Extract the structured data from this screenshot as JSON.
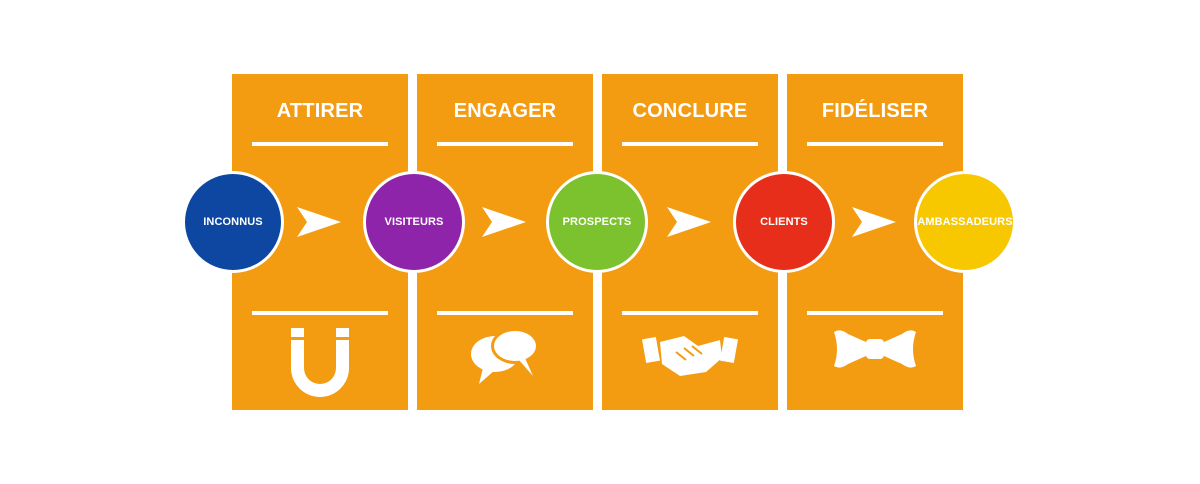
{
  "stages": [
    {
      "title": "ATTIRER",
      "icon": "magnet-icon"
    },
    {
      "title": "ENGAGER",
      "icon": "speech-bubbles-icon"
    },
    {
      "title": "CONCLURE",
      "icon": "handshake-icon"
    },
    {
      "title": "FIDÉLISER",
      "icon": "bow-tie-icon"
    }
  ],
  "nodes": [
    {
      "label": "INCONNUS",
      "color": "#0d47a1"
    },
    {
      "label": "VISITEURS",
      "color": "#8e24aa"
    },
    {
      "label": "PROSPECTS",
      "color": "#7cc22e"
    },
    {
      "label": "CLIENTS",
      "color": "#e62e1b"
    },
    {
      "label": "AMBASSADEURS",
      "color": "#f7c800"
    }
  ],
  "colors": {
    "panel": "#f39c12",
    "accent": "#ffffff"
  }
}
